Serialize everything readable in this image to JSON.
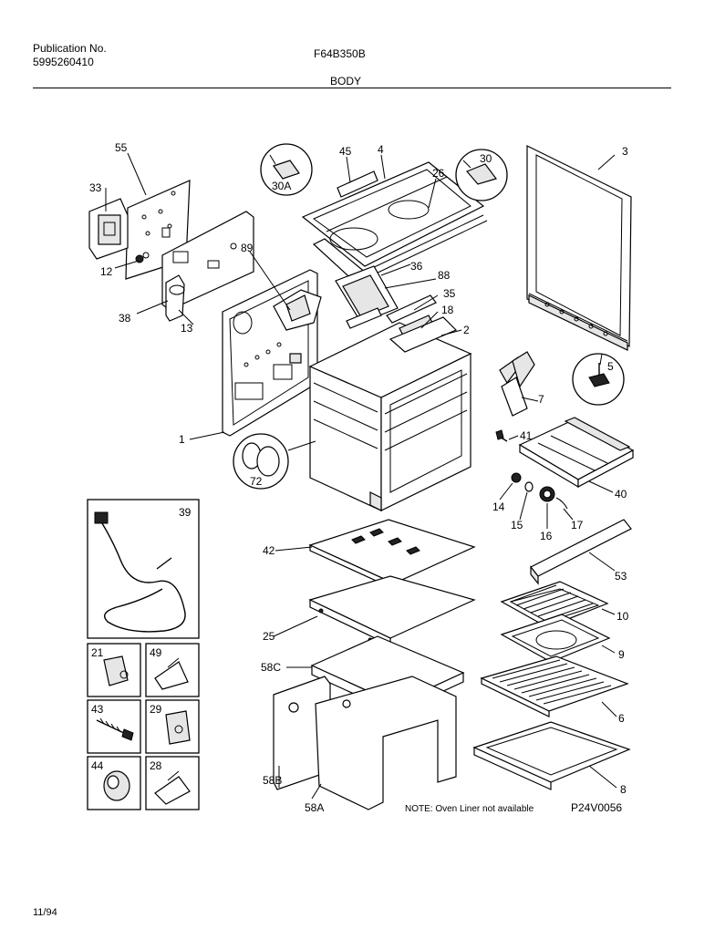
{
  "header": {
    "publication_label": "Publication No.",
    "publication_number": "5995260410",
    "model": "F64B350B",
    "section": "BODY"
  },
  "footer": {
    "date": "11/94",
    "note": "NOTE: Oven Liner not available",
    "drawing_code": "P24V0056"
  },
  "callouts": {
    "c55": "55",
    "c33": "33",
    "c12": "12",
    "c38": "38",
    "c13": "13",
    "c89": "89",
    "c30A": "30A",
    "c45": "45",
    "c4": "4",
    "c26": "26",
    "c30": "30",
    "c3": "3",
    "c36": "36",
    "c88": "88",
    "c35": "35",
    "c18": "18",
    "c2": "2",
    "c5": "5",
    "c7": "7",
    "c41": "41",
    "c1": "1",
    "c72": "72",
    "c40": "40",
    "c14": "14",
    "c15": "15",
    "c16": "16",
    "c17": "17",
    "c39": "39",
    "c42": "42",
    "c53": "53",
    "c10": "10",
    "c25": "25",
    "c9": "9",
    "c58C": "58C",
    "c6": "6",
    "c21": "21",
    "c49": "49",
    "c43": "43",
    "c29": "29",
    "c44": "44",
    "c28": "28",
    "c58B": "58B",
    "c58A": "58A",
    "c8": "8"
  }
}
